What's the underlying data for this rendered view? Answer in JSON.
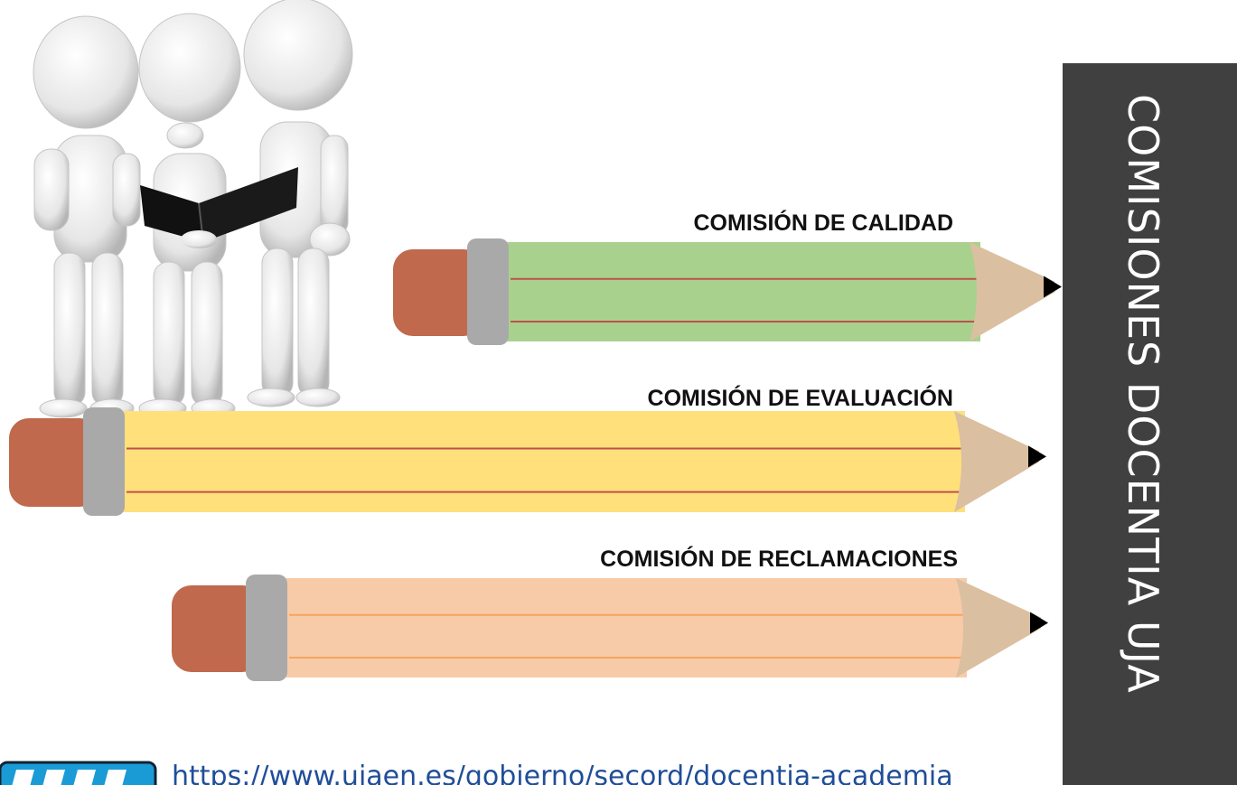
{
  "title": "COMISIONES DOCENTIA UJA",
  "commissions": [
    {
      "label": "COMISIÓN DE CALIDAD",
      "body_color": "#a9d18e",
      "line_color": "#c0504d"
    },
    {
      "label": "COMISIÓN DE EVALUACIÓN",
      "body_color": "#ffe07a",
      "line_color": "#c0504d"
    },
    {
      "label": "COMISIÓN DE RECLAMACIONES",
      "body_color": "#f8cba8",
      "line_color": "#f4a460"
    }
  ],
  "colors": {
    "panel": "#404040",
    "eraser": "#c0694c",
    "ferrule": "#a9a9a9",
    "wood": "#dbbfa1",
    "lead": "#000000",
    "link": "#1f4e99"
  },
  "link": {
    "text": "https://www.ujaen.es/gobierno/secord/docentia-academia"
  },
  "icons": {
    "illustration": "three-figures-reading-book",
    "link_badge": "striped-blue-badge-icon"
  }
}
